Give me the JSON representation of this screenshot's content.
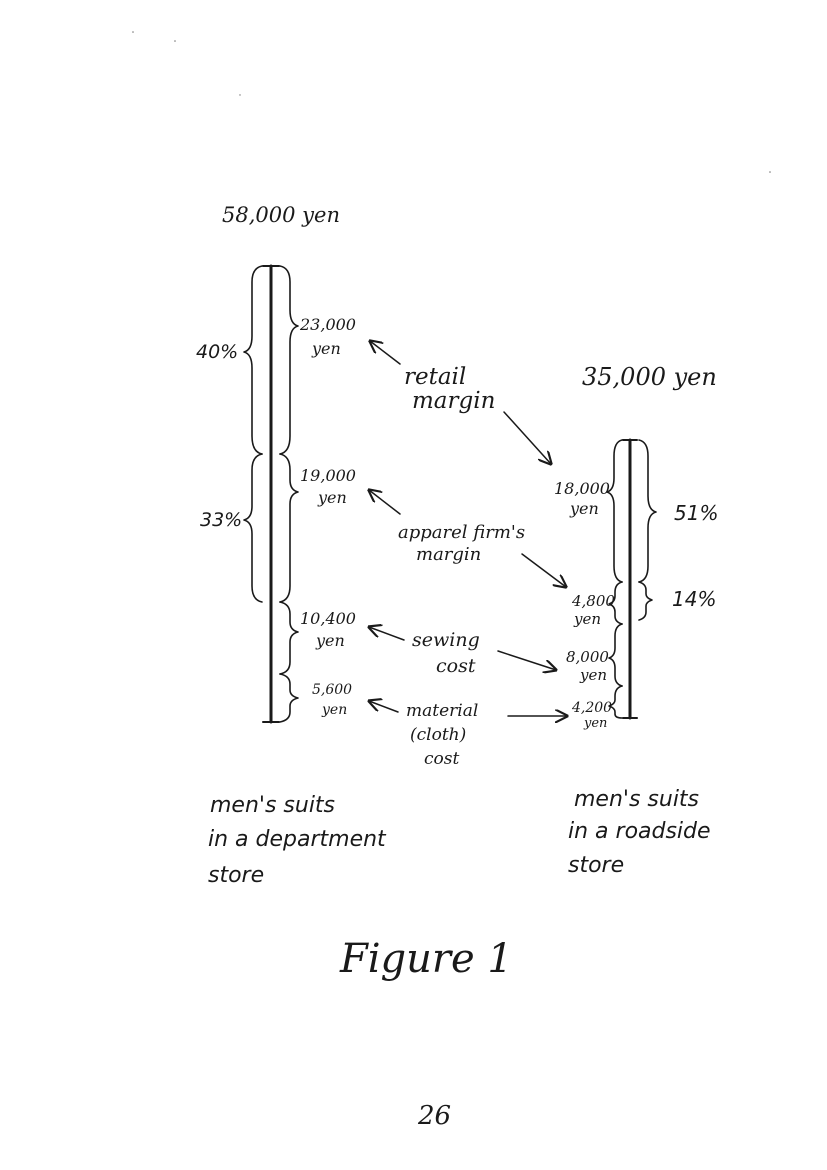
{
  "department_store": {
    "total_price": "58,000 yen",
    "caption": [
      "men's suits",
      "in a department",
      "store"
    ],
    "segments": [
      {
        "key": "retail",
        "amount": "23,000",
        "unit": "yen",
        "percent": "40%"
      },
      {
        "key": "apparel",
        "amount": "19,000",
        "unit": "yen",
        "percent": "33%"
      },
      {
        "key": "sewing",
        "amount": "10,400",
        "unit": "yen",
        "percent": ""
      },
      {
        "key": "material",
        "amount": "5,600",
        "unit": "yen",
        "percent": ""
      }
    ]
  },
  "roadside_store": {
    "total_price": "35,000 yen",
    "caption": [
      "men's suits",
      "in a roadside",
      "store"
    ],
    "segments": [
      {
        "key": "retail",
        "amount": "18,000",
        "unit": "yen",
        "percent": "51%"
      },
      {
        "key": "apparel",
        "amount": "4,800",
        "unit": "yen",
        "percent": "14%"
      },
      {
        "key": "sewing",
        "amount": "8,000",
        "unit": "yen",
        "percent": ""
      },
      {
        "key": "material",
        "amount": "4,200",
        "unit": "yen",
        "percent": ""
      }
    ]
  },
  "categories": {
    "retail": [
      "retail",
      "margin"
    ],
    "apparel": [
      "apparel firm's",
      "margin"
    ],
    "sewing": [
      "sewing",
      "cost"
    ],
    "material": [
      "material",
      "(cloth)",
      "cost"
    ]
  },
  "figure_caption": "Figure 1",
  "page_number": "26"
}
